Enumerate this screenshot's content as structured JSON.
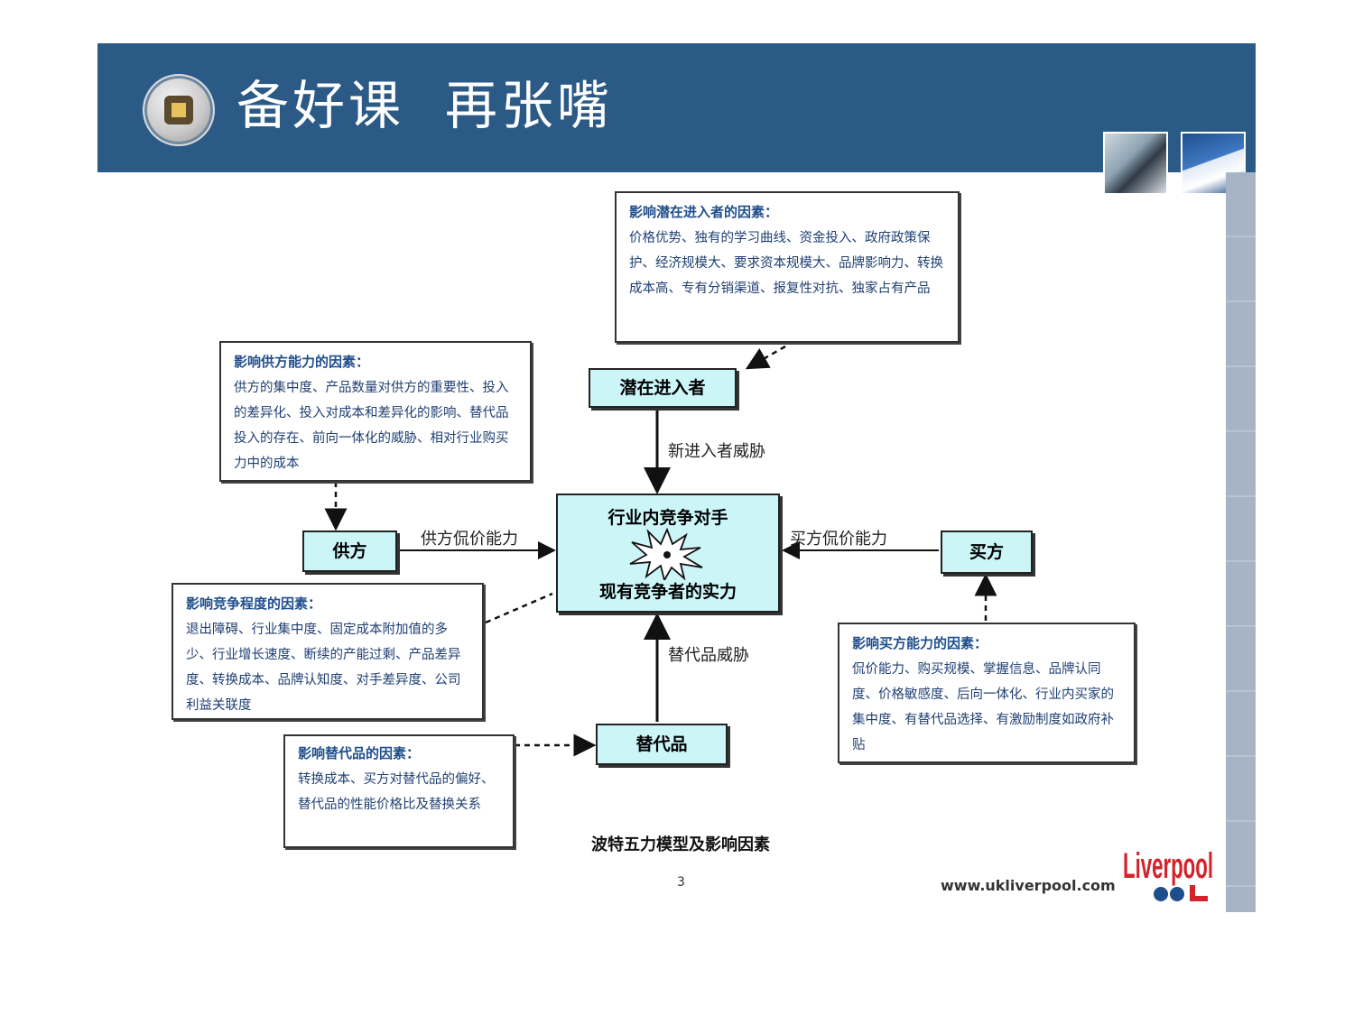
{
  "title": "备好课  再张嘴",
  "nodes": {
    "potential": "潜在进入者",
    "center_top": "行业内竞争对手",
    "center_bottom": "现有竞争者的实力",
    "supplier": "供方",
    "buyer": "买方",
    "substitute": "替代品"
  },
  "edges": {
    "new_entrant_threat": "新进入者威胁",
    "supplier_power": "供方侃价能力",
    "buyer_power": "买方侃价能力",
    "substitute_threat": "替代品威胁"
  },
  "factor_boxes": {
    "entrant": {
      "heading": "影响潜在进入者的因素：",
      "body": "价格优势、独有的学习曲线、资金投入、政府政策保护、经济规模大、要求资本规模大、品牌影响力、转换成本高、专有分销渠道、报复性对抗、独家占有产品"
    },
    "supplier": {
      "heading": "影响供方能力的因素：",
      "body": "供方的集中度、产品数量对供方的重要性、投入的差异化、投入对成本和差异化的影响、替代品投入的存在、前向一体化的威胁、相对行业购买力中的成本"
    },
    "rivalry": {
      "heading": "影响竞争程度的因素：",
      "body": "退出障碍、行业集中度、固定成本附加值的多少、行业增长速度、断续的产能过剩、产品差异度、转换成本、品牌认知度、对手差异度、公司利益关联度"
    },
    "buyer": {
      "heading": "影响买方能力的因素：",
      "body": "侃价能力、购买规模、掌握信息、品牌认同度、价格敏感度、后向一体化、行业内买家的集中度、有替代品选择、有激励制度如政府补贴"
    },
    "substitute": {
      "heading": "影响替代品的因素：",
      "body": "转换成本、买方对替代品的偏好、替代品的性能价格比及替换关系"
    }
  },
  "caption": "波特五力模型及影响因素",
  "page_number": "3",
  "footer_url": "www.ukliverpool.com",
  "brand": "Liverpool",
  "colors": {
    "header": "#2b5a86",
    "node_fill": "#ccf5f8",
    "factor_text": "#1f3f72"
  }
}
